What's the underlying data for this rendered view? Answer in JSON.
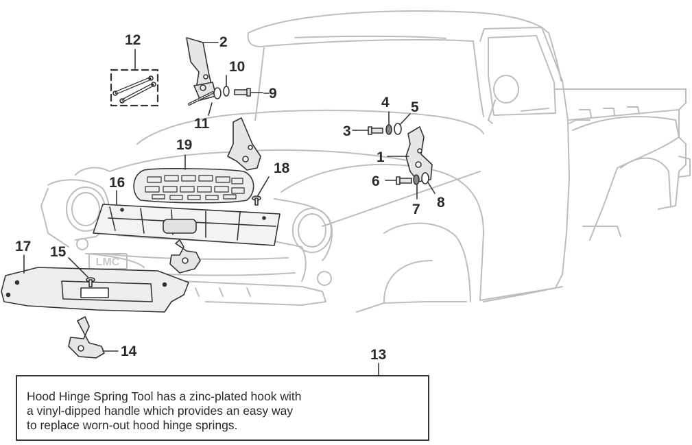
{
  "callouts": {
    "c1": "1",
    "c2": "2",
    "c3": "3",
    "c4": "4",
    "c5": "5",
    "c6": "6",
    "c7": "7",
    "c8": "8",
    "c9": "9",
    "c10": "10",
    "c11": "11",
    "c12": "12",
    "c13": "13",
    "c14": "14",
    "c15": "15",
    "c16": "16",
    "c17": "17",
    "c18": "18",
    "c19": "19"
  },
  "emblem_text": "LMC",
  "caption": {
    "line1": "Hood Hinge Spring Tool has a zinc-plated hook with",
    "line2": "a vinyl-dipped handle which provides an easy way",
    "line3": "to replace worn-out hood hinge springs."
  },
  "colors": {
    "truck_outline": "#bdbdbd",
    "part_outline": "#333333",
    "part_fill": "#e6e6e6",
    "callout_text": "#2a2a2a"
  }
}
